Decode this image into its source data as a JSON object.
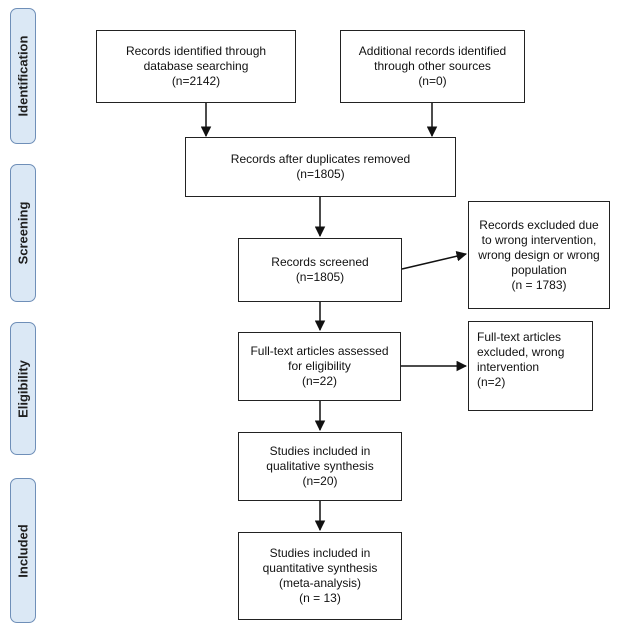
{
  "phases": {
    "identification": "Identification",
    "screening": "Screening",
    "eligibility": "Eligibility",
    "included": "Included"
  },
  "boxes": {
    "db_search": {
      "line1": "Records identified through",
      "line2": "database searching",
      "line3": "(n=2142)"
    },
    "other_sources": {
      "line1": "Additional records identified",
      "line2": "through other sources",
      "line3": "(n=0)"
    },
    "duplicates": {
      "line1": "Records after duplicates removed",
      "line2": "(n=1805)"
    },
    "screened": {
      "line1": "Records screened",
      "line2": "(n=1805)"
    },
    "excluded": {
      "line1": "Records excluded due",
      "line2": "to wrong intervention,",
      "line3": "wrong design or wrong",
      "line4": "population",
      "line5": "(n = 1783)"
    },
    "fulltext": {
      "line1": "Full-text articles assessed",
      "line2": "for eligibility",
      "line3": "(n=22)"
    },
    "fulltext_excluded": {
      "line1": "Full-text articles",
      "line2": "excluded, wrong",
      "line3": "intervention",
      "line4": "(n=2)"
    },
    "qualitative": {
      "line1": "Studies included in",
      "line2": "qualitative synthesis",
      "line3": "(n=20)"
    },
    "quantitative": {
      "line1": "Studies included in",
      "line2": "quantitative synthesis",
      "line3": "(meta-analysis)",
      "line4": "(n = 13)"
    }
  }
}
